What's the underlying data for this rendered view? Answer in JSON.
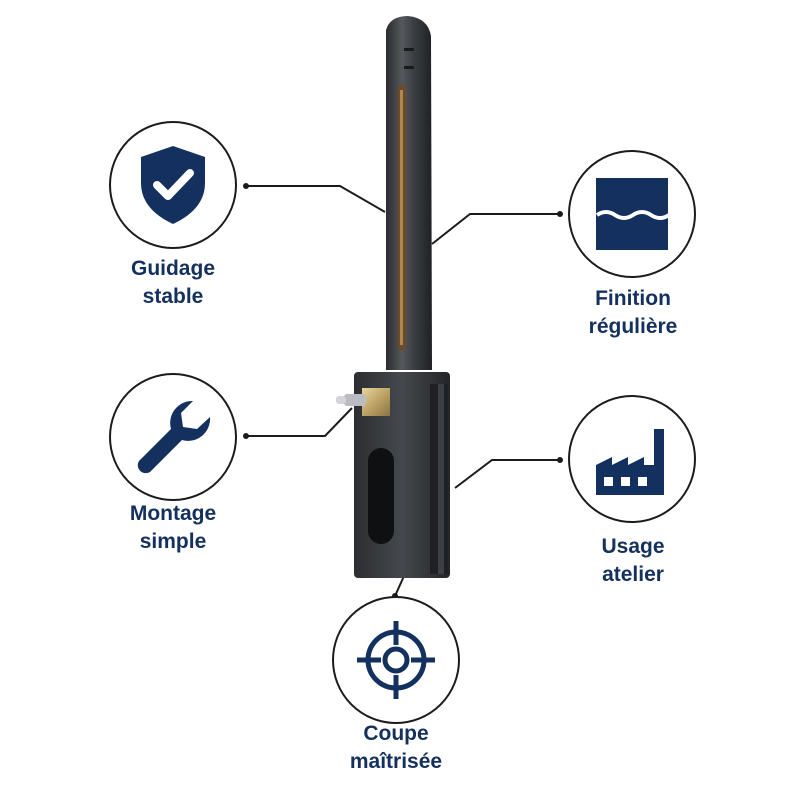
{
  "colors": {
    "icon_navy": "#14305e",
    "label_navy": "#14305e",
    "circle_outline": "#1b1b1b",
    "tool_metal": "#3a3c3f"
  },
  "features": [
    {
      "icon": "shield-check-icon",
      "line1": "Guidage",
      "line2": "stable"
    },
    {
      "icon": "water-surface-icon",
      "line1": "Finition",
      "line2": "régulière"
    },
    {
      "icon": "wrench-icon",
      "line1": "Montage",
      "line2": "simple"
    },
    {
      "icon": "factory-icon",
      "line1": "Usage",
      "line2": "atelier"
    },
    {
      "icon": "crosshair-target-icon",
      "line1": "Coupe",
      "line2": "maîtrisée"
    }
  ]
}
